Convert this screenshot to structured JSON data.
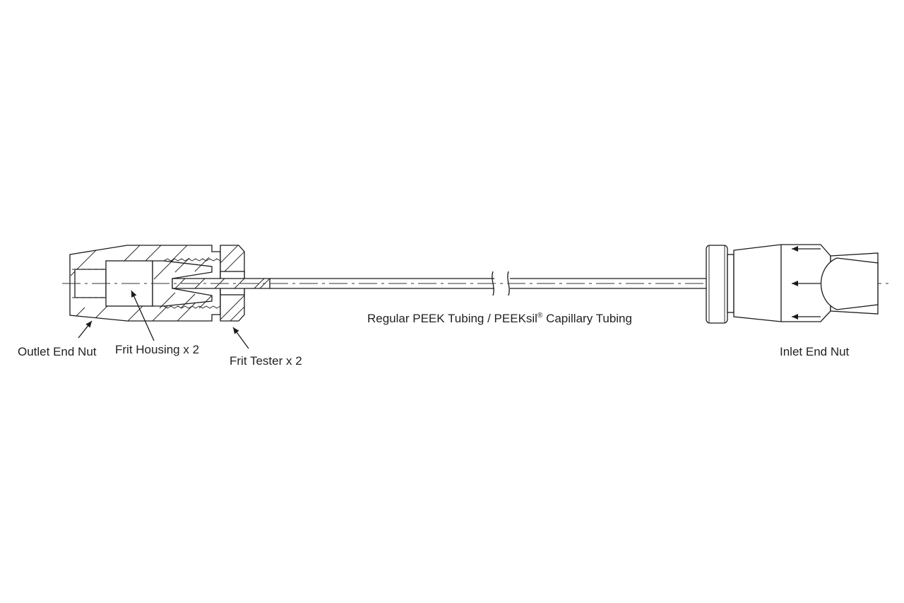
{
  "labels": {
    "outlet_end_nut": "Outlet End Nut",
    "frit_housing": "Frit Housing x 2",
    "frit_tester": "Frit Tester x 2",
    "tubing_main": "Regular PEEK Tubing / PEEKsil",
    "tubing_registered": "®",
    "tubing_rest": " Capillary Tubing",
    "inlet_end_nut": "Inlet End Nut"
  },
  "colors": {
    "line": "#1a1a1a",
    "text": "#222222",
    "background": "#ffffff"
  }
}
